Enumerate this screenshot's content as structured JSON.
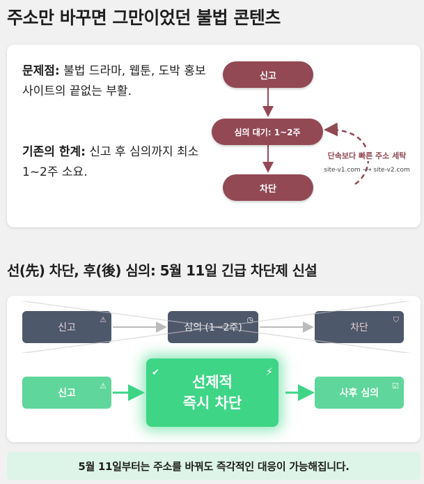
{
  "section1": {
    "title": "주소만 바꾸면 그만이었던 불법 콘텐츠",
    "problem_label": "문제점:",
    "problem_text": "불법 드라마, 웹툰, 도박 홍보 사이트의 끝없는 부활.",
    "limit_label": "기존의 한계:",
    "limit_text": "신고 후 심의까지 최소 1~2주 소요.",
    "flow": {
      "report": "신고",
      "review": "심의 대기: 1~2주",
      "block": "차단"
    },
    "evasion_caption": "단속보다 빠른 주소 세탁",
    "evasion_from": "site-v1.com",
    "evasion_to": "site-v2.com"
  },
  "section2": {
    "title": "선(先) 차단, 후(後) 심의: 5월 11일 긴급 차단제 신설",
    "old_flow": {
      "report": "신고",
      "review": "심의 (1~2주)",
      "block": "차단"
    },
    "new_flow": {
      "report": "신고",
      "hero_line1": "선제적",
      "hero_line2": "즉시 차단",
      "post_review": "사후 심의"
    },
    "footer": "5월 11일부터는 주소를 바꿔도 즉각적인 대응이 가능해집니다."
  },
  "colors": {
    "maroon": "#924954",
    "slate": "#3e4a5e",
    "green": "#3ed587",
    "light_green": "#5fd69b",
    "footer_bg": "#ddf5e8"
  },
  "icons": {
    "warning": "warning-icon",
    "clock": "clock-icon",
    "shield": "shield-icon",
    "check": "check-circle-icon",
    "bolt": "lightning-bolt-icon",
    "document": "document-check-icon"
  }
}
